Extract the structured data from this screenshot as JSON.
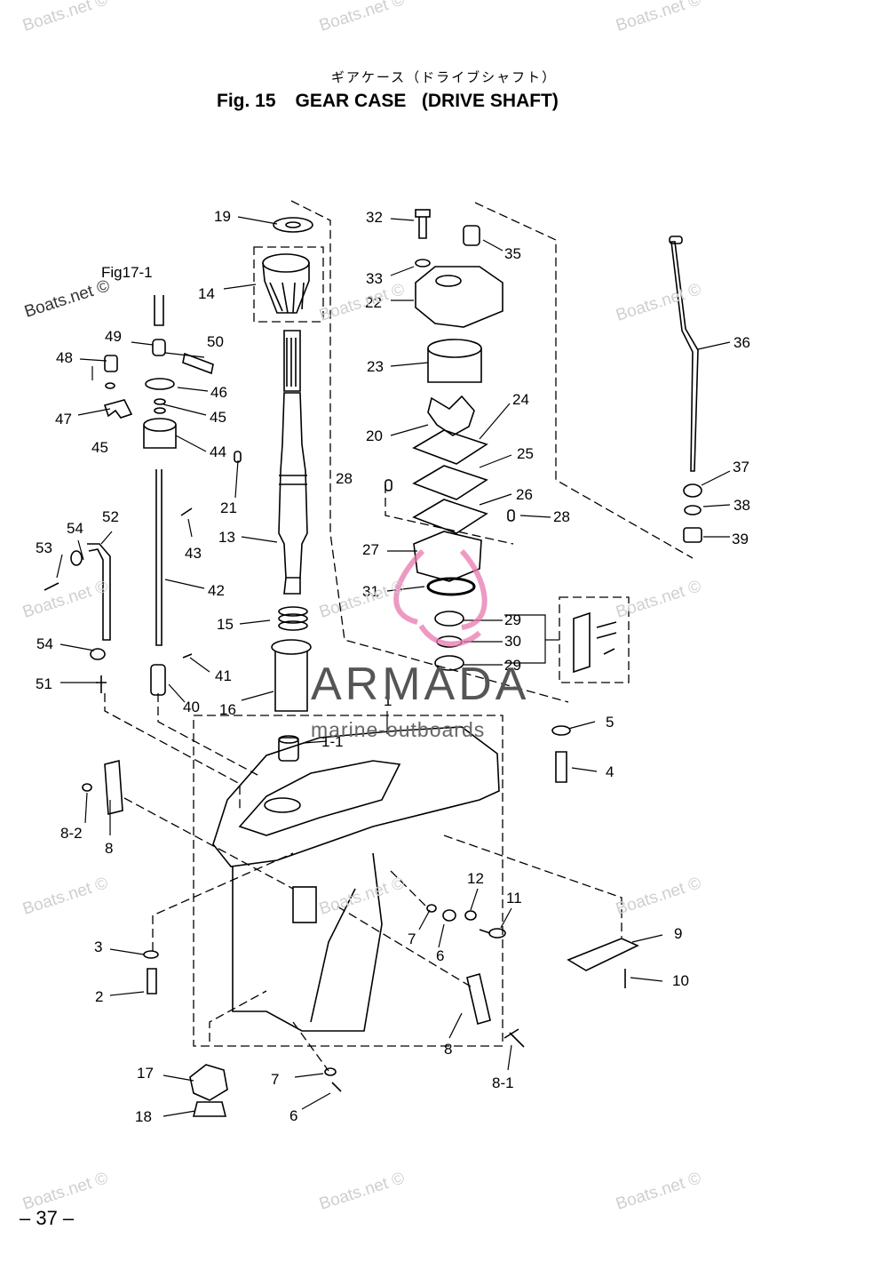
{
  "header": {
    "jp_title": "ギアケース（ドライブシャフト）",
    "fig_number": "Fig. 15",
    "fig_title": "GEAR CASE   (DRIVE SHAFT)"
  },
  "reference": "Fig17-1",
  "parts": [
    "1",
    "1-1",
    "2",
    "3",
    "4",
    "5",
    "6",
    "6",
    "7",
    "7",
    "8",
    "8",
    "8-1",
    "8-2",
    "9",
    "10",
    "11",
    "12",
    "13",
    "14",
    "15",
    "16",
    "17",
    "18",
    "19",
    "20",
    "21",
    "22",
    "23",
    "24",
    "25",
    "26",
    "27",
    "28",
    "28",
    "29",
    "29",
    "30",
    "31",
    "32",
    "33",
    "35",
    "36",
    "37",
    "38",
    "39",
    "40",
    "41",
    "42",
    "43",
    "44",
    "45",
    "45",
    "46",
    "47",
    "48",
    "49",
    "50",
    "51",
    "52",
    "53",
    "54",
    "54"
  ],
  "watermark": "Boats.net ©",
  "brand": {
    "name": "ARMADA",
    "tagline": "marine-outboards",
    "accent": "#e879b0"
  },
  "page_number": "– 37 –"
}
